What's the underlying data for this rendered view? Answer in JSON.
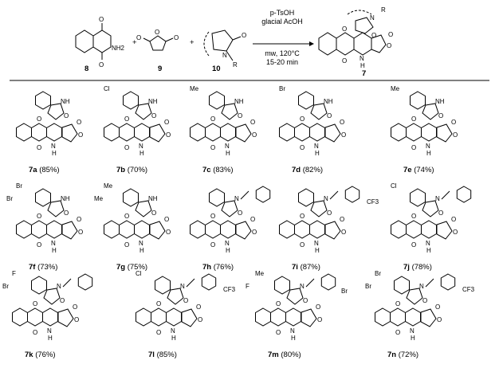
{
  "reaction": {
    "reagent_1": "8",
    "reagent_2": "9",
    "reagent_3": "10",
    "product": "7",
    "plus": "+",
    "conditions": [
      "p-TsOH",
      "glacial AcOH",
      "mw, 120°C",
      "15-20 min"
    ],
    "atoms": {
      "O": "O",
      "NH2": "NH2",
      "N": "N",
      "R": "R",
      "H": "H"
    }
  },
  "compounds": [
    {
      "id": "7a",
      "yield": "(85%)",
      "subs": []
    },
    {
      "id": "7b",
      "yield": "(70%)",
      "subs": [
        "Cl"
      ]
    },
    {
      "id": "7c",
      "yield": "(83%)",
      "subs": [
        "Me"
      ]
    },
    {
      "id": "7d",
      "yield": "(82%)",
      "subs": [
        "Br"
      ]
    },
    {
      "id": "7e",
      "yield": "(74%)",
      "subs": [
        "Me"
      ]
    },
    {
      "id": "7f",
      "yield": "(73%)",
      "subs": [
        "Br",
        "Br"
      ]
    },
    {
      "id": "7g",
      "yield": "(75%)",
      "subs": [
        "Me",
        "Me"
      ]
    },
    {
      "id": "7h",
      "yield": "(76%)",
      "subs": []
    },
    {
      "id": "7i",
      "yield": "(87%)",
      "subs": [
        "CF3"
      ]
    },
    {
      "id": "7j",
      "yield": "(78%)",
      "subs": [
        "Cl"
      ]
    },
    {
      "id": "7k",
      "yield": "(76%)",
      "subs": [
        "F",
        "Br"
      ]
    },
    {
      "id": "7l",
      "yield": "(85%)",
      "subs": [
        "Cl",
        "CF3"
      ]
    },
    {
      "id": "7m",
      "yield": "(80%)",
      "subs": [
        "Me",
        "F",
        "Br"
      ]
    },
    {
      "id": "7n",
      "yield": "(72%)",
      "subs": [
        "Br",
        "Br",
        "CF3"
      ]
    }
  ],
  "atom_labels": {
    "NH": "NH",
    "N": "N",
    "O": "O",
    "H": "H"
  }
}
